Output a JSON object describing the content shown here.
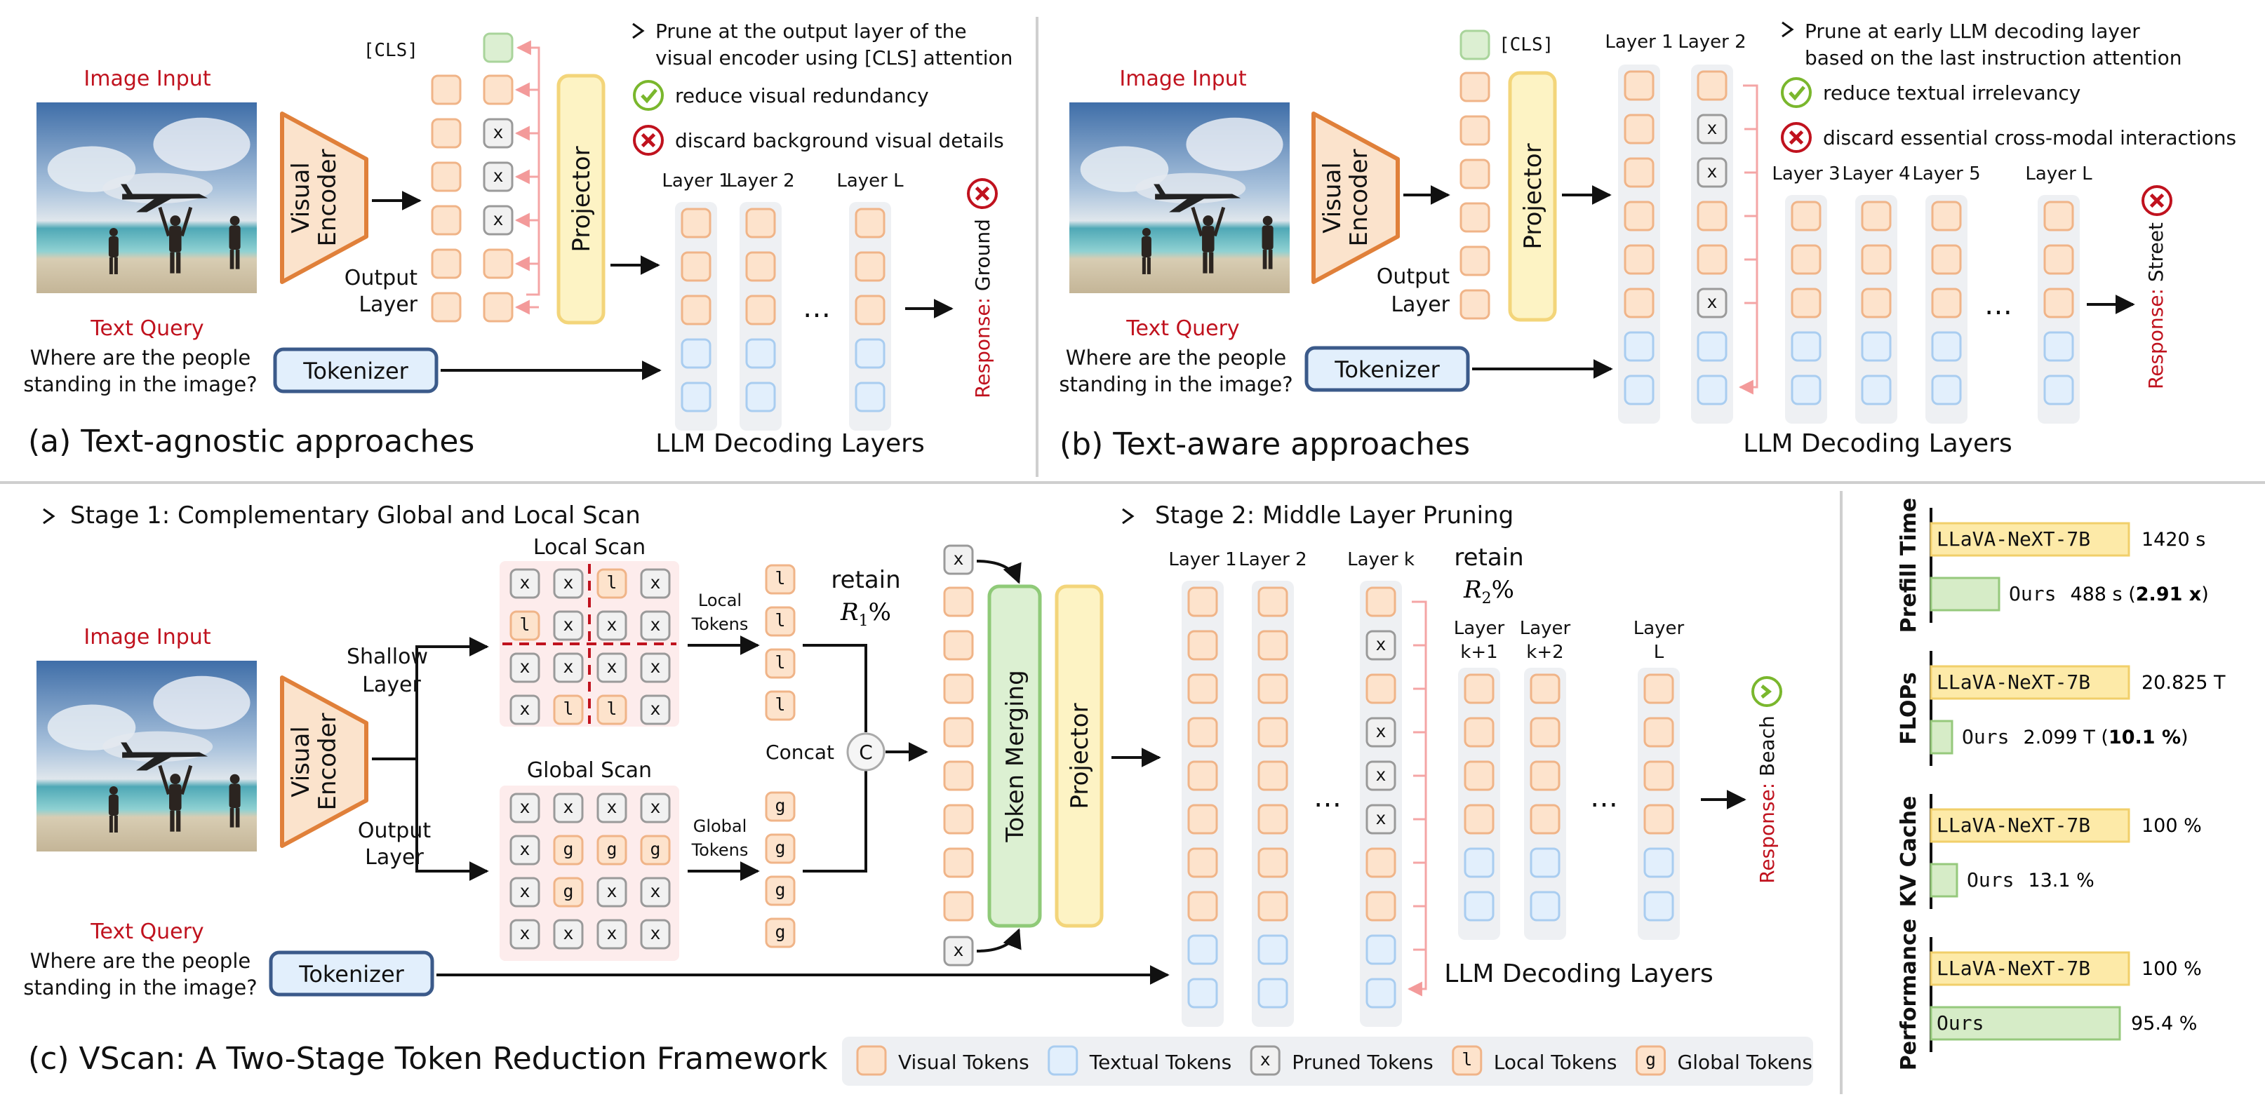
{
  "panel_a": {
    "image_label": "Image Input",
    "encoder_label": [
      "Visual",
      "Encoder"
    ],
    "cls_label": "[CLS]",
    "output_layer_label": [
      "Output",
      "Layer"
    ],
    "projector_label": "Projector",
    "bullet": [
      "Prune at the output layer of the",
      "visual encoder using [CLS] attention"
    ],
    "pro_text": "reduce visual redundancy",
    "con_text": "discard background visual details",
    "layer_labels": [
      "Layer 1",
      "Layer 2",
      "Layer L"
    ],
    "response_prefix": "Response: ",
    "response_answer": "Ground",
    "text_query_label": "Text Query",
    "question": [
      "Where are the people",
      "standing in the image?"
    ],
    "tokenizer_label": "Tokenizer",
    "decoding_label": "LLM Decoding Layers",
    "caption": "(a) Text-agnostic approaches"
  },
  "panel_b": {
    "image_label": "Image Input",
    "encoder_label": [
      "Visual",
      "Encoder"
    ],
    "cls_label": "[CLS]",
    "output_layer_label": [
      "Output",
      "Layer"
    ],
    "projector_label": "Projector",
    "bullet": [
      "Prune at early LLM decoding layer",
      "based on the last instruction attention"
    ],
    "pro_text": "reduce textual irrelevancy",
    "con_text": "discard essential cross-modal interactions",
    "layer_labels": [
      "Layer 1",
      "Layer 2",
      "Layer 3",
      "Layer 4",
      "Layer 5",
      "Layer L"
    ],
    "response_prefix": "Response: ",
    "response_answer": "Street",
    "text_query_label": "Text Query",
    "question": [
      "Where are the people",
      "standing in the image?"
    ],
    "tokenizer_label": "Tokenizer",
    "decoding_label": "LLM Decoding Layers",
    "caption": "(b) Text-aware approaches"
  },
  "panel_c": {
    "stage1_title": "Stage 1: Complementary Global and Local Scan",
    "stage2_title": "Stage 2: Middle Layer Pruning",
    "image_label": "Image Input",
    "encoder_label": [
      "Visual",
      "Encoder"
    ],
    "shallow_label": [
      "Shallow",
      "Layer"
    ],
    "output_label": [
      "Output",
      "Layer"
    ],
    "local_scan_label": "Local Scan",
    "global_scan_label": "Global Scan",
    "local_tokens_label": [
      "Local",
      "Tokens"
    ],
    "global_tokens_label": [
      "Global",
      "Tokens"
    ],
    "local_grid": [
      [
        "x",
        "x",
        "l",
        "x"
      ],
      [
        "l",
        "x",
        "x",
        "x"
      ],
      [
        "x",
        "x",
        "x",
        "x"
      ],
      [
        "x",
        "l",
        "l",
        "x"
      ]
    ],
    "global_grid": [
      [
        "x",
        "x",
        "x",
        "x"
      ],
      [
        "x",
        "g",
        "g",
        "g"
      ],
      [
        "x",
        "g",
        "x",
        "x"
      ],
      [
        "x",
        "x",
        "x",
        "x"
      ]
    ],
    "retain1_word": "retain",
    "retain1_var": "R",
    "retain1_sub": "1",
    "retain1_pct": "%",
    "concat_label": "Concat",
    "concat_symbol": "C",
    "token_merging_label": "Token Merging",
    "projector_label": "Projector",
    "layer_labels": [
      "Layer 1",
      "Layer 2",
      "Layer k"
    ],
    "retain2_word": "retain",
    "retain2_var": "R",
    "retain2_sub": "2",
    "retain2_pct": "%",
    "late_layer_labels": [
      [
        "Layer",
        "k+1"
      ],
      [
        "Layer",
        "k+2"
      ],
      [
        "Layer",
        "L"
      ]
    ],
    "response_prefix": "Response: ",
    "response_answer": "Beach",
    "text_query_label": "Text Query",
    "question": [
      "Where are the people",
      "standing in the image?"
    ],
    "tokenizer_label": "Tokenizer",
    "decoding_label": "LLM Decoding Layers",
    "caption": "(c) VScan: A Two-Stage Token Reduction Framework"
  },
  "legend": [
    {
      "key": "visual",
      "symbol": "",
      "label": "Visual Tokens"
    },
    {
      "key": "text",
      "symbol": "",
      "label": "Textual Tokens"
    },
    {
      "key": "pruned",
      "symbol": "x",
      "label": "Pruned Tokens"
    },
    {
      "key": "local",
      "symbol": "l",
      "label": "Local Tokens"
    },
    {
      "key": "global",
      "symbol": "g",
      "label": "Global Tokens"
    }
  ],
  "chart_data": [
    {
      "type": "bar",
      "title": "Prefill Time",
      "categories": [
        "LLaVA-NeXT-7B",
        "Ours"
      ],
      "values": [
        1420,
        488
      ],
      "value_labels": [
        "1420 s",
        "488 s ("
      ],
      "highlight": "2.91 x",
      "highlight_suffix": ")"
    },
    {
      "type": "bar",
      "title": "FLOPs",
      "categories": [
        "LLaVA-NeXT-7B",
        "Ours"
      ],
      "values": [
        20.825,
        2.099
      ],
      "value_labels": [
        "20.825 T",
        "2.099 T ("
      ],
      "highlight": "10.1 %",
      "highlight_suffix": ")"
    },
    {
      "type": "bar",
      "title": "KV Cache",
      "categories": [
        "LLaVA-NeXT-7B",
        "Ours"
      ],
      "values": [
        100,
        13.1
      ],
      "value_labels": [
        "100 %",
        "13.1 %"
      ],
      "highlight": "",
      "highlight_suffix": ""
    },
    {
      "type": "bar",
      "title": "Performance",
      "categories": [
        "LLaVA-NeXT-7B",
        "Ours"
      ],
      "values": [
        100,
        95.4
      ],
      "value_labels": [
        "100 %",
        "95.4 %"
      ],
      "highlight": "",
      "highlight_suffix": ""
    }
  ],
  "colors": {
    "visual_fill": "#fde3cc",
    "visual_stroke": "#f0b488",
    "text_fill": "#e2effc",
    "text_stroke": "#a9cdf0",
    "pruned_fill": "#f1f1f1",
    "pruned_stroke": "#9a9a9a",
    "cls_fill": "#dcefd2",
    "cls_stroke": "#a9d49b",
    "encoder_fill": "#fbe3cc",
    "encoder_stroke": "#e0803a",
    "projector_fill": "#fdf3c4",
    "projector_stroke": "#f3d57a",
    "merge_fill": "#dcf0d2",
    "merge_stroke": "#8fca78",
    "accent_red": "#c0121e",
    "accent_pink": "#f4a5a5",
    "check_green": "#7ab72d",
    "bar_orange": "#fdeaa8",
    "bar_green": "#d6ecc7"
  }
}
